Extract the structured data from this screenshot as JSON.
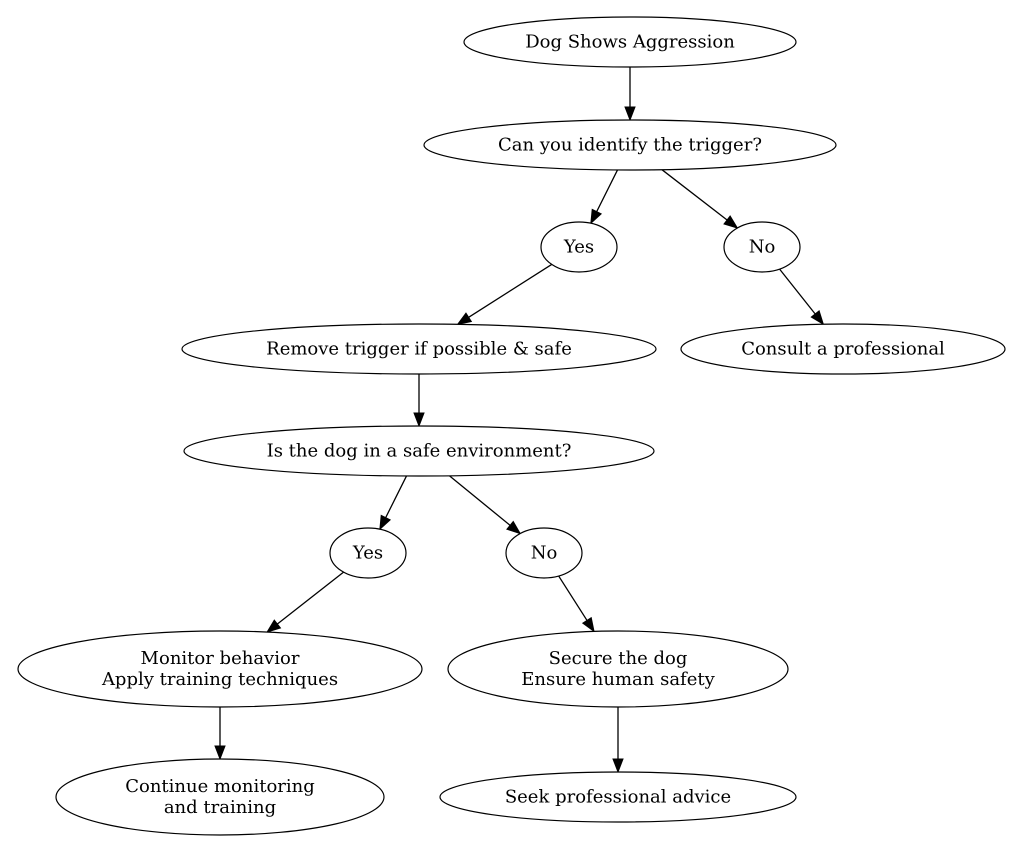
{
  "diagram": {
    "nodes": [
      {
        "id": "start",
        "lines": [
          "Dog Shows Aggression"
        ]
      },
      {
        "id": "q_trigger",
        "lines": [
          "Can you identify the trigger?"
        ]
      },
      {
        "id": "yes1",
        "lines": [
          "Yes"
        ]
      },
      {
        "id": "no1",
        "lines": [
          "No"
        ]
      },
      {
        "id": "remove",
        "lines": [
          "Remove trigger if possible & safe"
        ]
      },
      {
        "id": "consult",
        "lines": [
          "Consult a professional"
        ]
      },
      {
        "id": "q_safe",
        "lines": [
          "Is the dog in a safe environment?"
        ]
      },
      {
        "id": "yes2",
        "lines": [
          "Yes"
        ]
      },
      {
        "id": "no2",
        "lines": [
          "No"
        ]
      },
      {
        "id": "monitor",
        "lines": [
          "Monitor behavior",
          "Apply training techniques"
        ]
      },
      {
        "id": "secure",
        "lines": [
          "Secure the dog",
          "Ensure human safety"
        ]
      },
      {
        "id": "continue",
        "lines": [
          "Continue monitoring",
          "and training"
        ]
      },
      {
        "id": "seek",
        "lines": [
          "Seek professional advice"
        ]
      }
    ],
    "edges": [
      {
        "from": "start",
        "to": "q_trigger"
      },
      {
        "from": "q_trigger",
        "to": "yes1"
      },
      {
        "from": "q_trigger",
        "to": "no1"
      },
      {
        "from": "yes1",
        "to": "remove"
      },
      {
        "from": "no1",
        "to": "consult"
      },
      {
        "from": "remove",
        "to": "q_safe"
      },
      {
        "from": "q_safe",
        "to": "yes2"
      },
      {
        "from": "q_safe",
        "to": "no2"
      },
      {
        "from": "yes2",
        "to": "monitor"
      },
      {
        "from": "no2",
        "to": "secure"
      },
      {
        "from": "monitor",
        "to": "continue"
      },
      {
        "from": "secure",
        "to": "seek"
      }
    ]
  }
}
